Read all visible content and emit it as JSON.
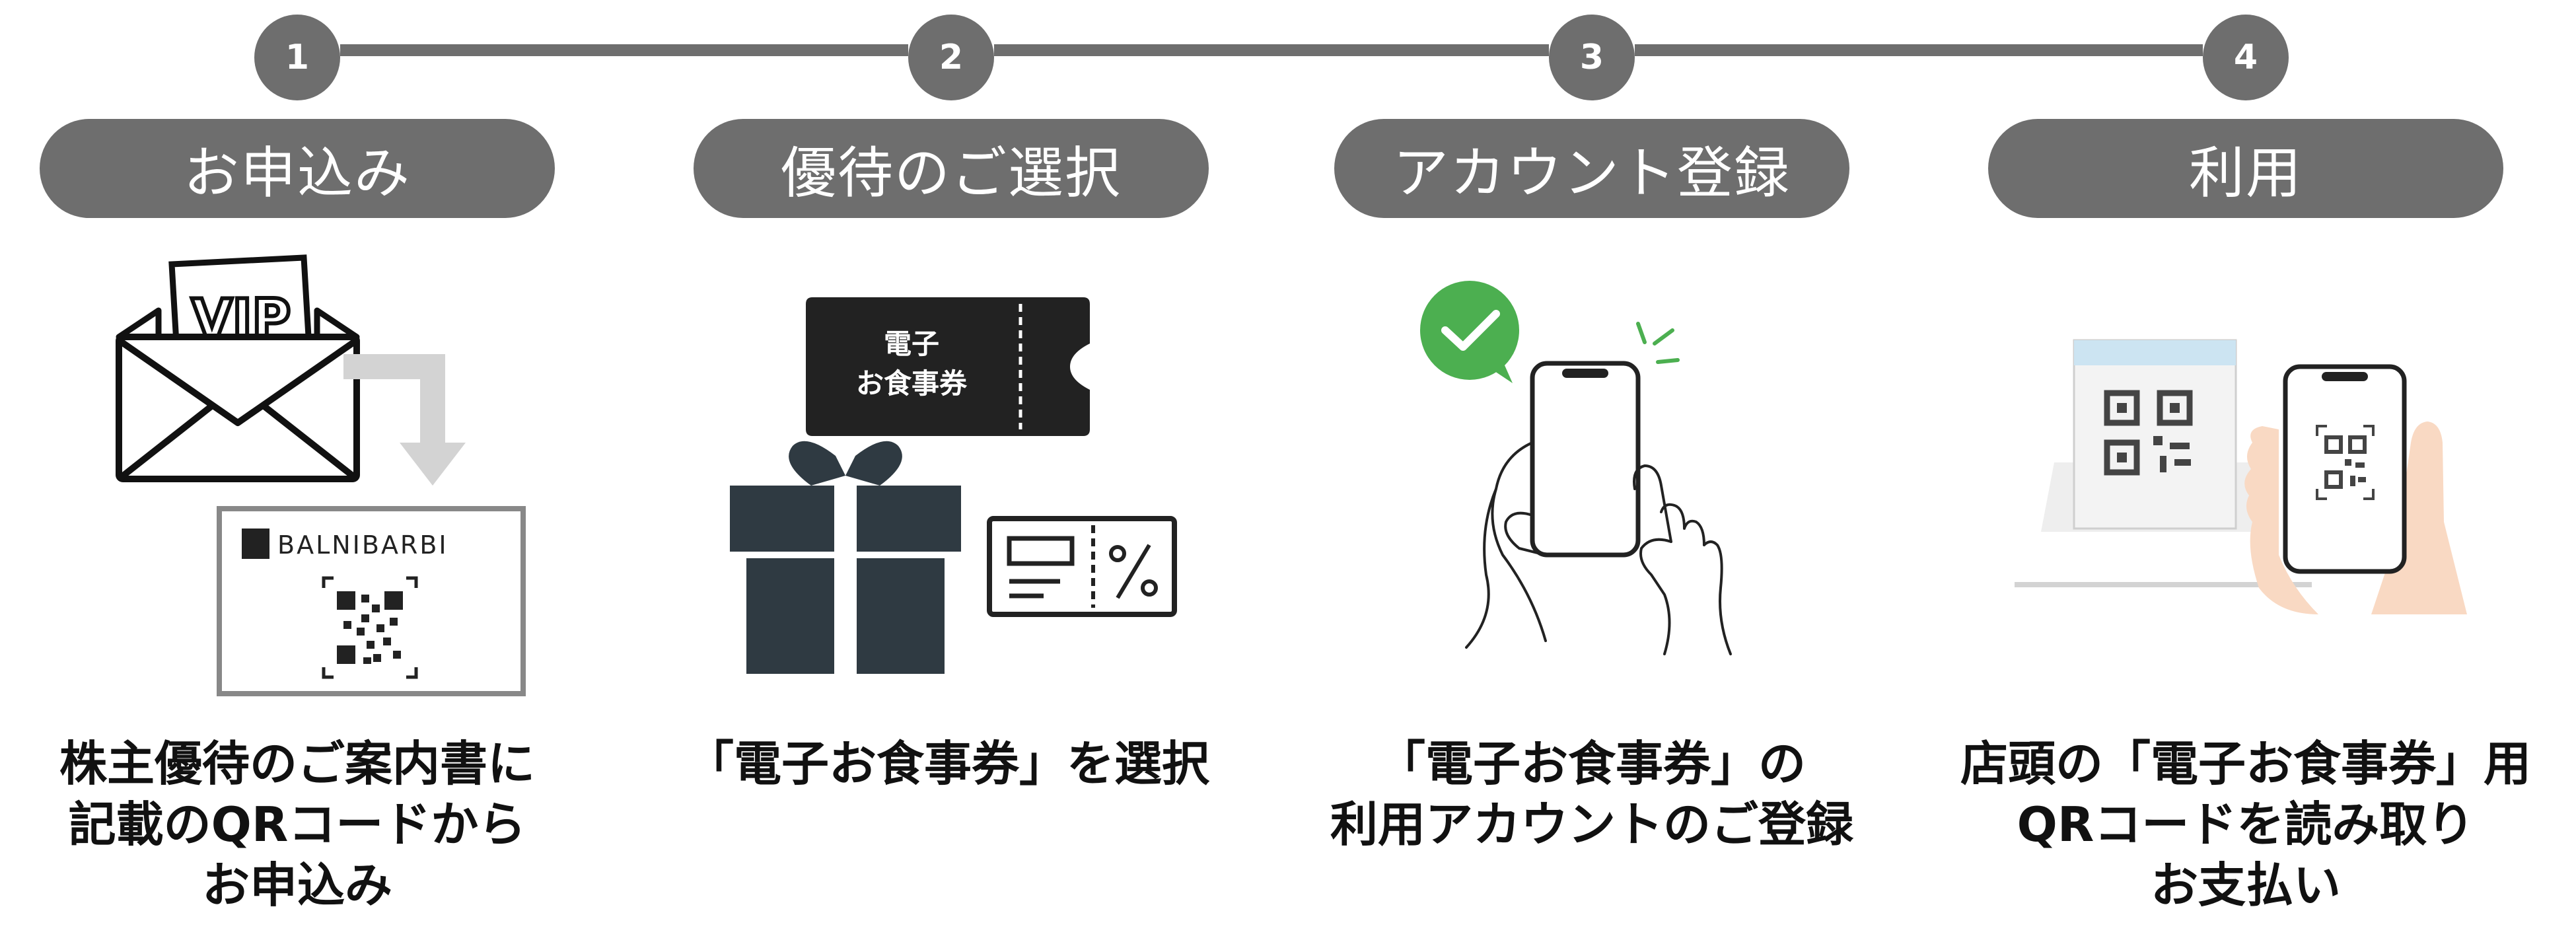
{
  "steps": [
    {
      "number": "1",
      "title": "お申込み",
      "illustration": "vip-envelope-to-qr-card",
      "brand": "BALNIBARBI",
      "card_vip_text": "VIP",
      "desc": [
        "株主優待のご案内書に",
        "記載のQRコードから",
        "お申込み"
      ]
    },
    {
      "number": "2",
      "title": "優待のご選択",
      "illustration": "ticket-gift-coupon",
      "ticket_text": [
        "電子",
        "お食事券"
      ],
      "desc": [
        "「電子お食事券」を選択"
      ]
    },
    {
      "number": "3",
      "title": "アカウント登録",
      "illustration": "smartphone-check",
      "desc": [
        "「電子お食事券」の",
        "利用アカウントのご登録"
      ]
    },
    {
      "number": "4",
      "title": "利用",
      "illustration": "qr-scan-phone",
      "desc": [
        "店頭の「電子お食事券」用",
        "QRコードを読み取り",
        "お支払い"
      ]
    }
  ],
  "colors": {
    "step_gray": "#6e6e6e",
    "ticket_dark": "#222222",
    "gift_dark": "#2f3a42",
    "check_green": "#4caf50",
    "skin": "#f9d9c3"
  }
}
